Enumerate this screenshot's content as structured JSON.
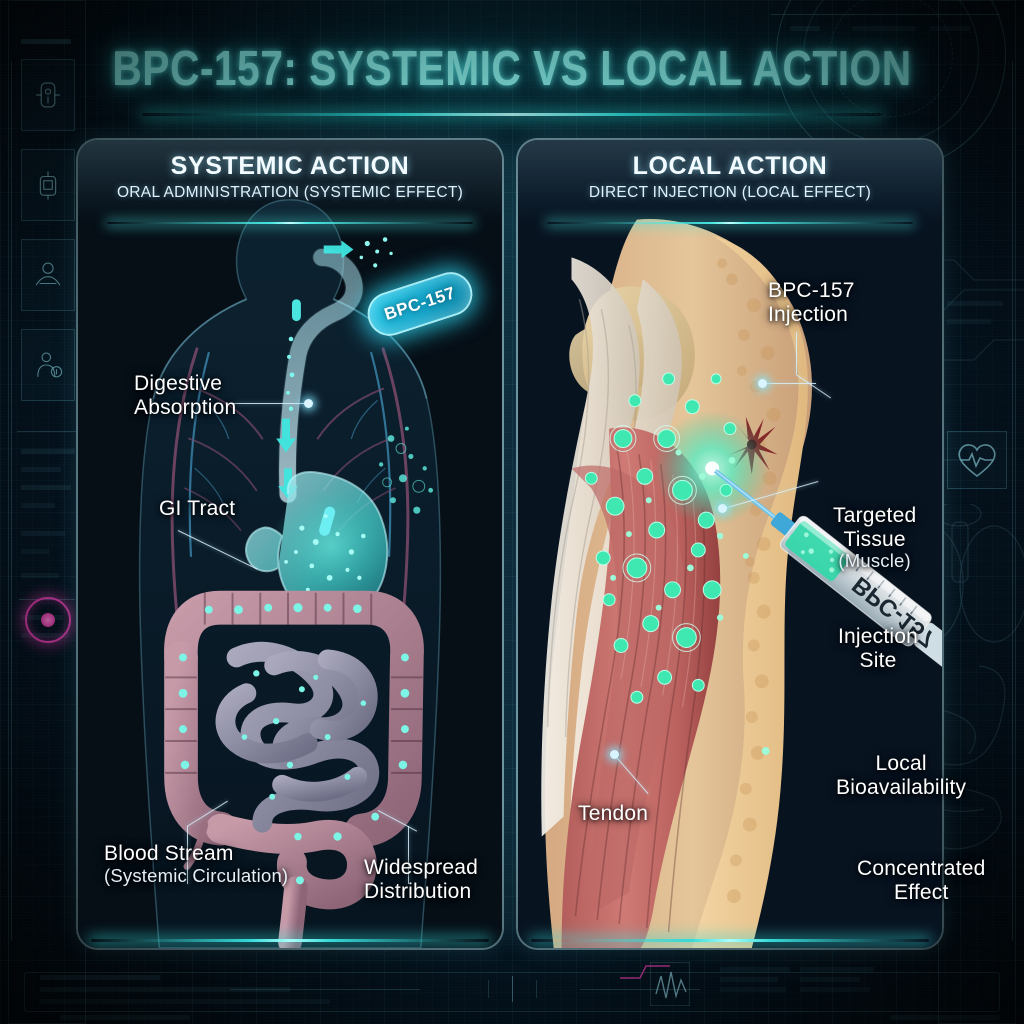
{
  "title": "BPC-157: SYSTEMIC VS LOCAL ACTION",
  "panels": {
    "left": {
      "heading": "SYSTEMIC ACTION",
      "subheading": "ORAL ADMINISTRATION (SYSTEMIC EFFECT)",
      "pill_label": "BPC-157",
      "labels": {
        "digestive": "Digestive",
        "digestive2": "Absorption",
        "gi_tract": "GI Tract",
        "blood_stream": "Blood Stream",
        "blood_stream_sub": "(Systemic Circulation)",
        "widespread": "Widespread",
        "widespread2": "Distribution"
      }
    },
    "right": {
      "heading": "LOCAL ACTION",
      "subheading": "DIRECT INJECTION (LOCAL EFFECT)",
      "syringe_label": "BPC-157",
      "labels": {
        "injection": "BPC-157",
        "injection2": "Injection",
        "targeted": "Targeted",
        "targeted2": "Tissue",
        "targeted_sub": "(Muscle)",
        "inj_site": "Injection",
        "inj_site2": "Site",
        "local_bio": "Local",
        "local_bio2": "Bioavailability",
        "concentrated": "Concentrated",
        "concentrated2": "Effect",
        "tendon": "Tendon"
      }
    }
  },
  "colors": {
    "accent_cyan": "#5ff5f0",
    "title_glow": "#8ffdf8",
    "panel_border": "#afe8f5",
    "background": "#04101a",
    "magenta": "#e03fb0",
    "molecule_green": "#3ee8b0",
    "muscle_red": "#c06a66",
    "fat_tan": "#e8c38a"
  },
  "icons": {
    "hud_left": [
      "scanner-icon",
      "device-icon",
      "hand-care-icon",
      "physician-icon"
    ],
    "hud_right": [
      "heart-pulse-icon",
      "radial-dial-icon"
    ]
  }
}
